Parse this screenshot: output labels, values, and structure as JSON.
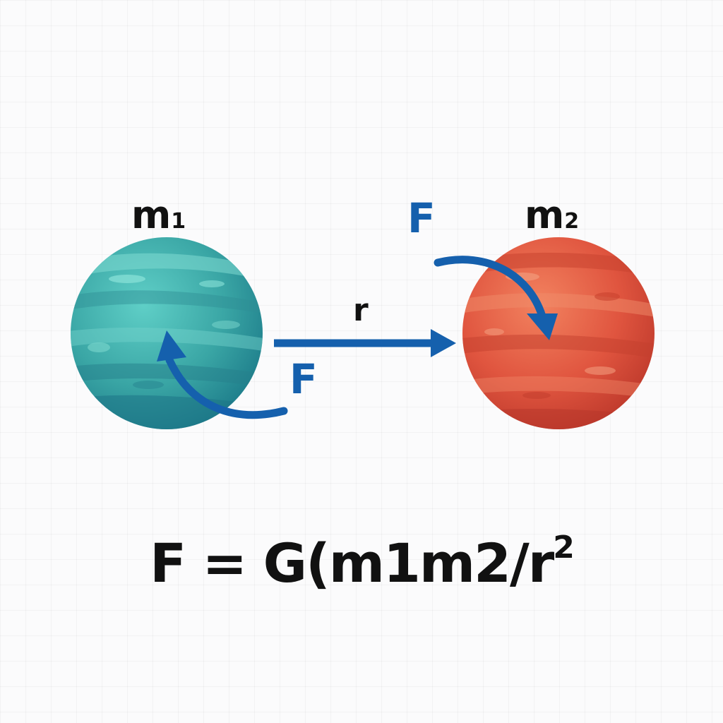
{
  "diagram": {
    "masses": [
      {
        "base": "m",
        "sub": "1"
      },
      {
        "base": "m",
        "sub": "2"
      }
    ],
    "force_label_m2": "F",
    "force_label_m1": "F",
    "distance_label": "r",
    "formula": {
      "main": "F = G(m1m2/r",
      "superscript": "2"
    }
  },
  "colors": {
    "planet1": "#3aa6a5",
    "planet2": "#e0553f",
    "arrow": "#1560ad",
    "text": "#111111"
  }
}
